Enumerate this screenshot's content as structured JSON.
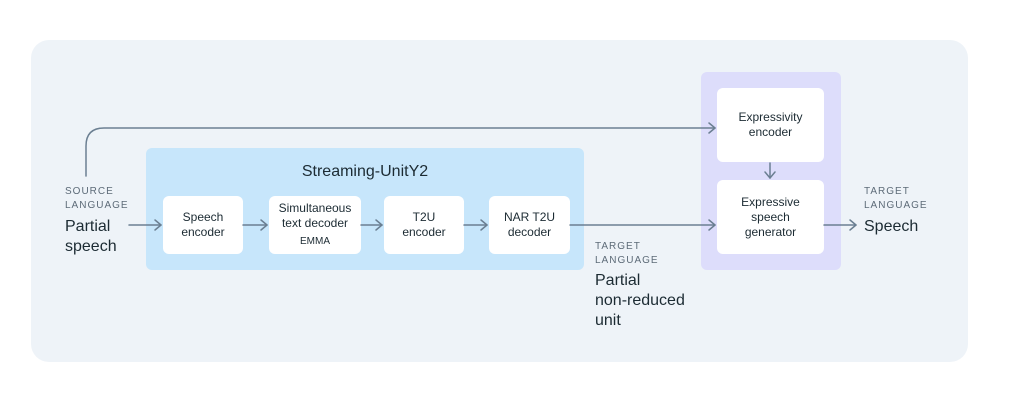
{
  "diagram": {
    "title": "Streaming-UnitY2",
    "source_caption": "SOURCE\nLANGUAGE",
    "source_label": "Partial\nspeech",
    "boxes": {
      "speech_encoder": "Speech\nencoder",
      "simul_decoder": "Simultaneous\ntext decoder",
      "simul_decoder_sub": "EMMA",
      "t2u_encoder": "T2U\nencoder",
      "nar_t2u_decoder": "NAR T2U\ndecoder",
      "expressivity_encoder": "Expressivity\nencoder",
      "expressive_generator": "Expressive\nspeech\ngenerator"
    },
    "mid_caption": "TARGET\nLANGUAGE",
    "mid_label": "Partial\nnon-reduced\nunit",
    "target_caption": "TARGET\nLANGUAGE",
    "target_label": "Speech"
  },
  "colors": {
    "background": "#eef3f8",
    "streaming_panel": "#c7e6fb",
    "expressive_panel": "#ddddfb",
    "arrow": "#6b7f92"
  }
}
